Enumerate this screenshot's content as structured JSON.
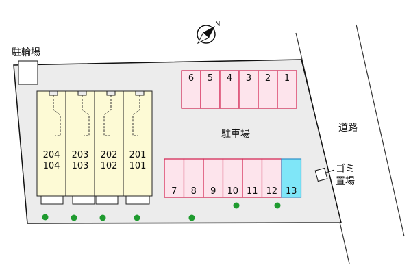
{
  "labels": {
    "bicycle_parking": "駐輪場",
    "parking_lot": "駐車場",
    "road": "道路",
    "garbage_line1": "ゴミ",
    "garbage_line2": "置場"
  },
  "north_marker": "N",
  "units": [
    {
      "upper": "204",
      "lower": "104"
    },
    {
      "upper": "203",
      "lower": "103"
    },
    {
      "upper": "202",
      "lower": "102"
    },
    {
      "upper": "201",
      "lower": "101"
    }
  ],
  "parking_top": [
    "6",
    "5",
    "4",
    "3",
    "2",
    "1"
  ],
  "parking_bottom": [
    "7",
    "8",
    "9",
    "10",
    "11",
    "12",
    "13"
  ],
  "colors": {
    "lot_fill": "#ececec",
    "building_fill": "#fdfad5",
    "parking_fill": "#fde4ec",
    "parking_stroke": "#d21e4e",
    "highlight_fill": "#7fe6f8",
    "highlight_stroke": "#2c8fc8",
    "tree": "#1f9b2f"
  }
}
